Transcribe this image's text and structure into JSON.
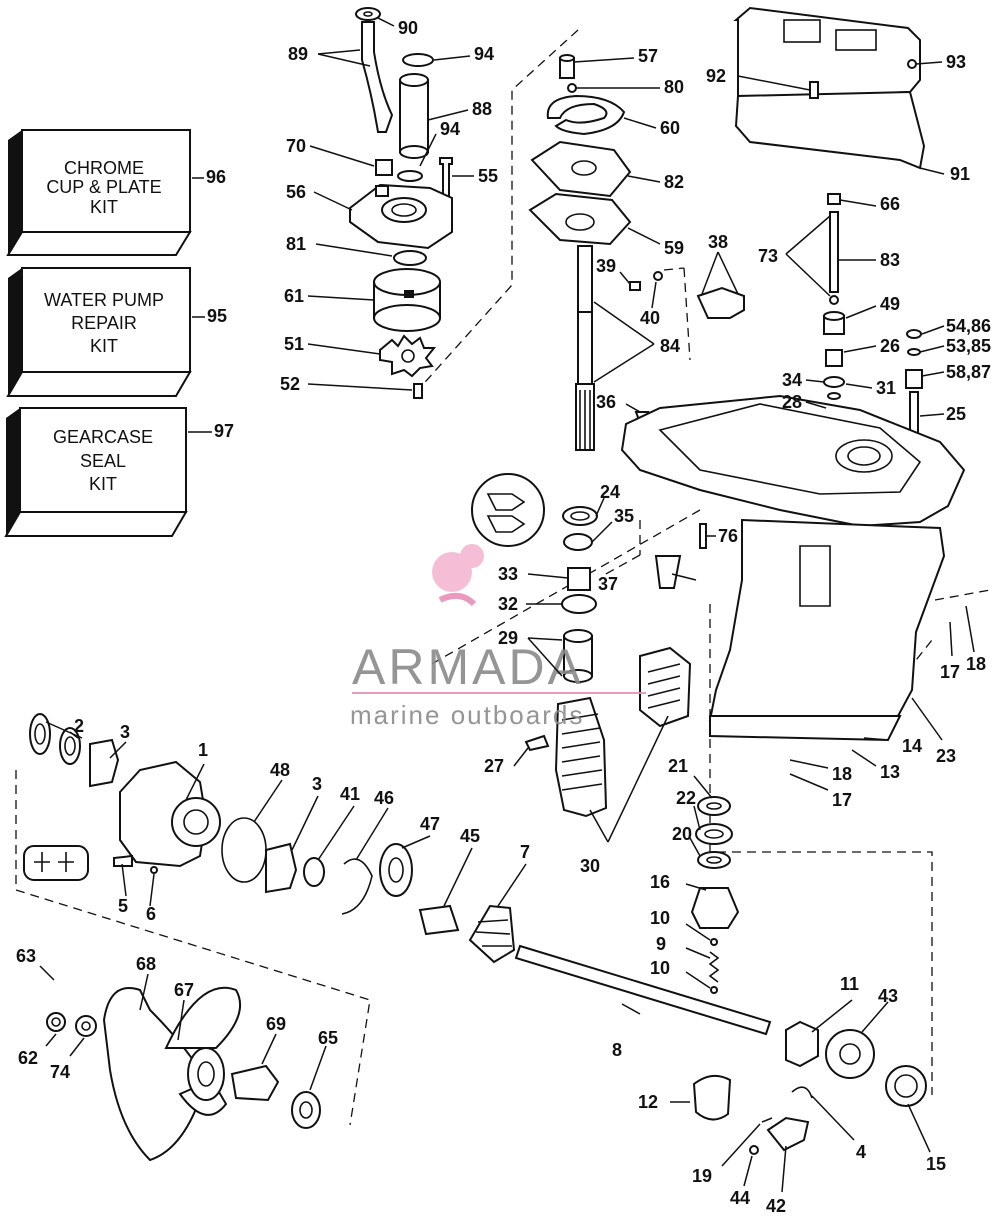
{
  "kits": [
    {
      "lines": [
        "CHROME",
        "CUP & PLATE",
        "KIT"
      ],
      "number": "96"
    },
    {
      "lines": [
        "WATER PUMP",
        "REPAIR",
        "KIT"
      ],
      "number": "95"
    },
    {
      "lines": [
        "GEARCASE",
        "SEAL",
        "KIT"
      ],
      "number": "97"
    }
  ],
  "watermark": {
    "title": "ARMADA",
    "subtitle": "marine outboards",
    "accent_color": "#e890b8"
  },
  "callouts": [
    "90",
    "89",
    "94",
    "57",
    "80",
    "60",
    "88",
    "94",
    "70",
    "55",
    "56",
    "82",
    "81",
    "59",
    "61",
    "51",
    "52",
    "38",
    "39",
    "40",
    "84",
    "36",
    "73",
    "83",
    "49",
    "66",
    "92",
    "93",
    "91",
    "54,86",
    "53,85",
    "58,87",
    "26",
    "34",
    "31",
    "28",
    "25",
    "24",
    "35",
    "33",
    "37",
    "76",
    "32",
    "29",
    "17",
    "18",
    "2",
    "3",
    "1",
    "48",
    "3",
    "41",
    "46",
    "47",
    "45",
    "7",
    "27",
    "21",
    "22",
    "20",
    "30",
    "16",
    "10",
    "9",
    "10",
    "14",
    "13",
    "18",
    "17",
    "23",
    "5",
    "6",
    "63",
    "68",
    "67",
    "69",
    "65",
    "62",
    "74",
    "8",
    "11",
    "43",
    "12",
    "4",
    "15",
    "19",
    "44",
    "42"
  ]
}
